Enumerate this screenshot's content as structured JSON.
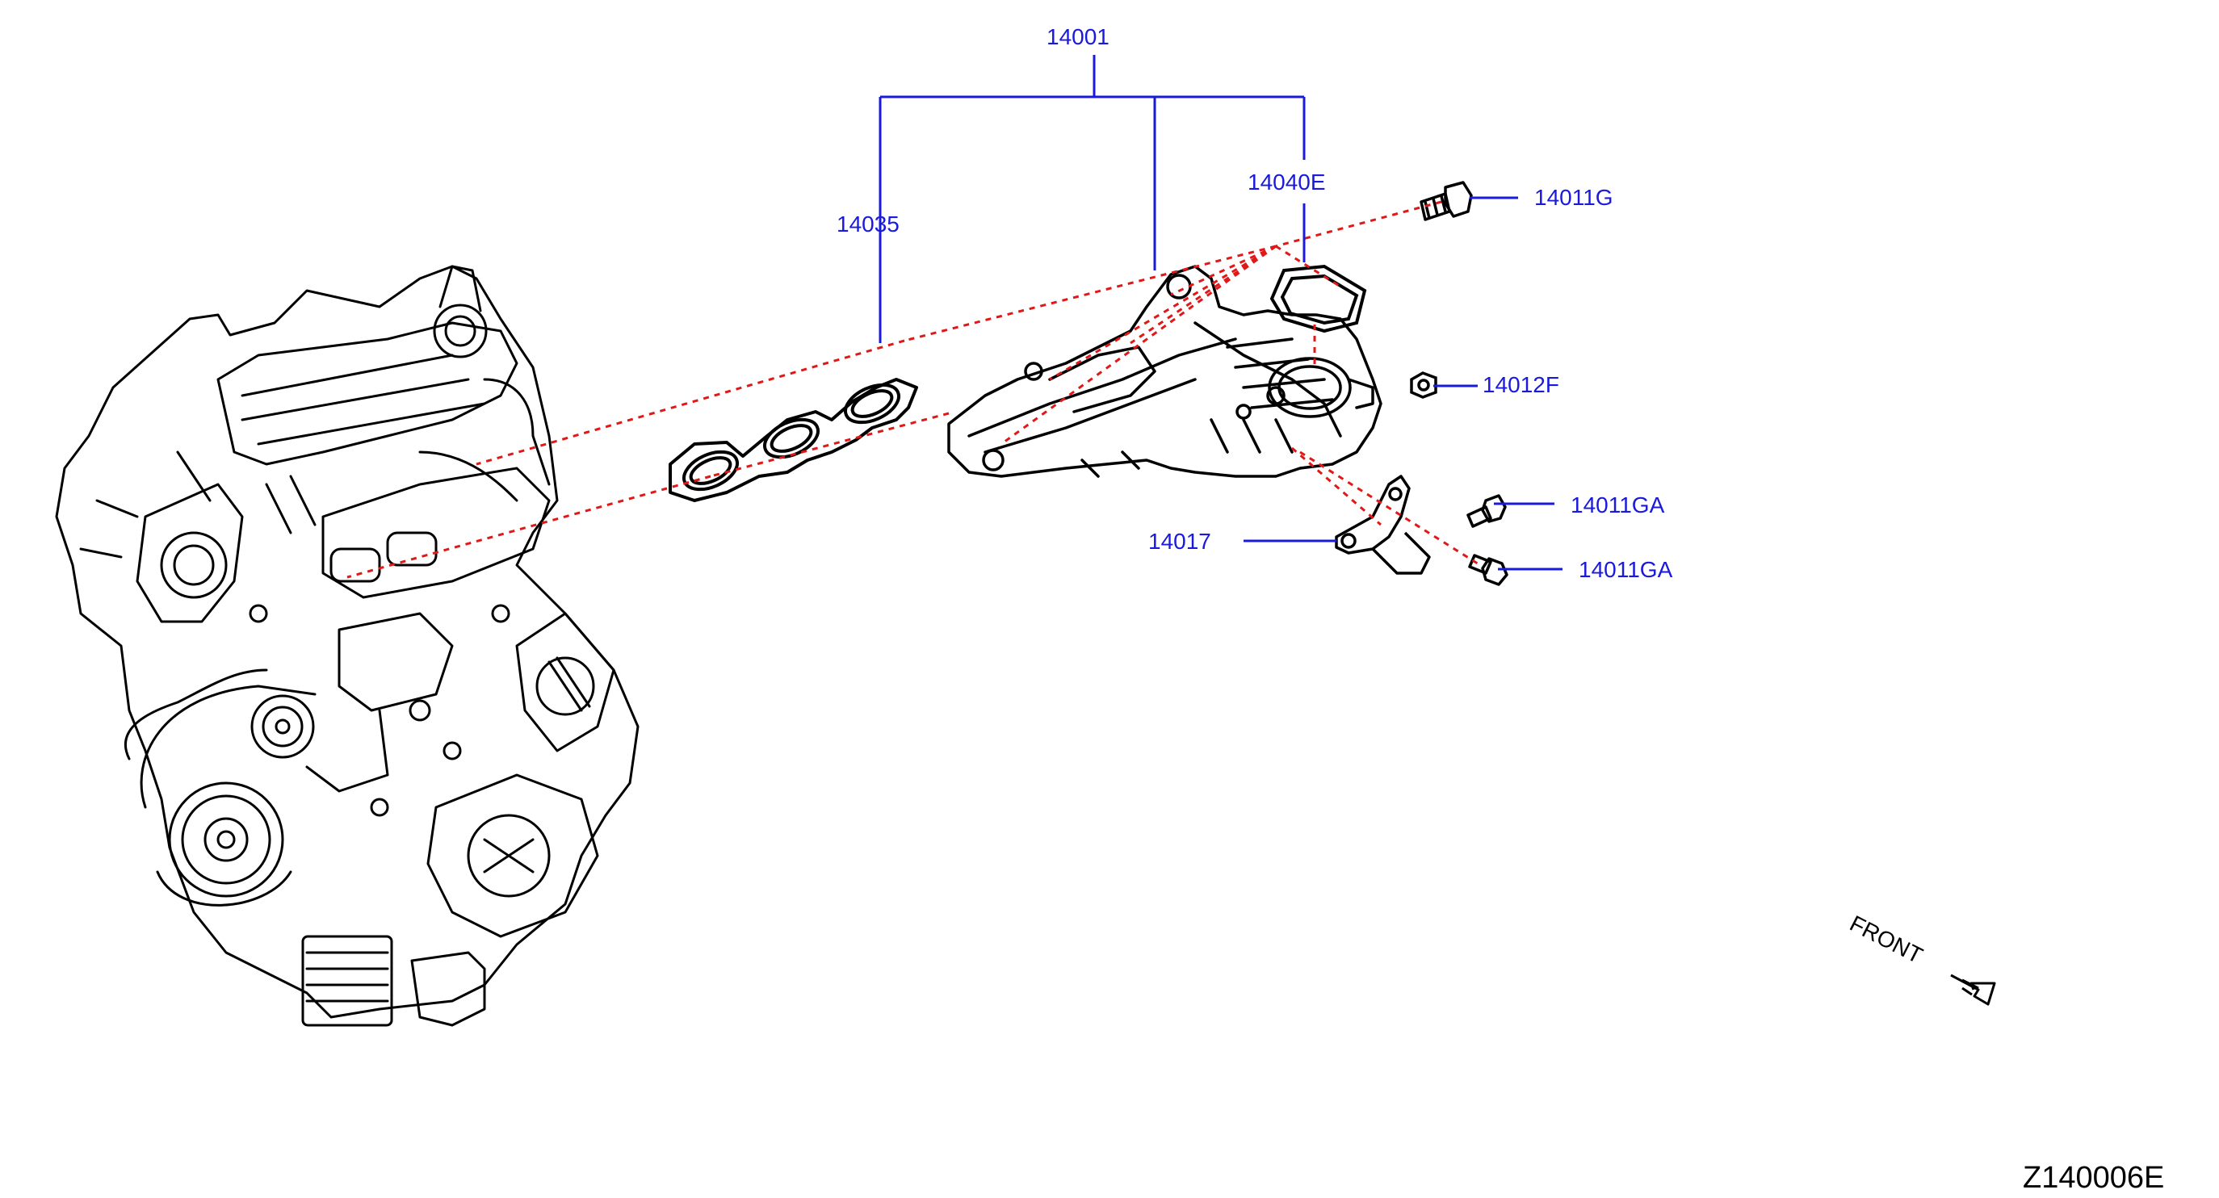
{
  "parts": {
    "p14001": "14001",
    "p14035": "14035",
    "p14040E": "14040E",
    "p14011G": "14011G",
    "p14012F": "14012F",
    "p14011GA_1": "14011GA",
    "p14011GA_2": "14011GA",
    "p14017": "14017"
  },
  "front_label": "FRONT",
  "diagram_code": "Z140006E",
  "colors": {
    "callout": "#1a1adc",
    "leader": "#1a1adc",
    "dashed": "#e01818",
    "line_art": "#000000"
  }
}
